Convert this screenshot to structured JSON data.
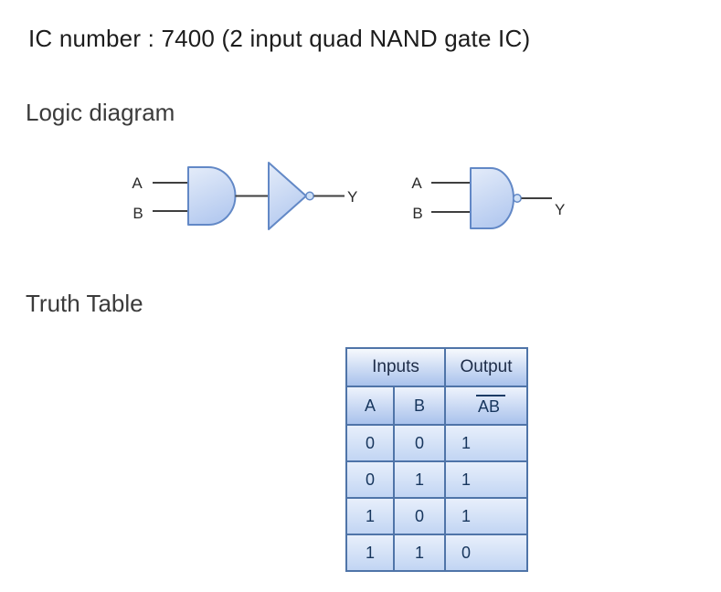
{
  "document": {
    "title": "IC number : 7400 (2 input quad NAND gate IC)",
    "logic_diagram_heading": "Logic diagram",
    "truth_table_heading": "Truth Table"
  },
  "logic_diagram": {
    "and_not_circuit": {
      "gates": [
        "and-gate",
        "not-gate"
      ],
      "input_a_label": "A",
      "input_b_label": "B",
      "output_label": "Y"
    },
    "nand_circuit": {
      "gates": [
        "nand-gate"
      ],
      "input_a_label": "A",
      "input_b_label": "B",
      "output_label": "Y"
    }
  },
  "truth_table": {
    "group_headers": {
      "inputs": "Inputs",
      "output": "Output"
    },
    "column_headers": {
      "a": "A",
      "b": "B",
      "output_expression": "AB",
      "output_expression_has_overline": true
    },
    "rows": [
      {
        "a": "0",
        "b": "0",
        "y": "1"
      },
      {
        "a": "0",
        "b": "1",
        "y": "1"
      },
      {
        "a": "1",
        "b": "0",
        "y": "1"
      },
      {
        "a": "1",
        "b": "1",
        "y": "0"
      }
    ]
  },
  "colors": {
    "gate_fill_top": "#e4ecf9",
    "gate_fill_bottom": "#b6cbf0",
    "gate_border": "#6288c6",
    "wire": "#3f3f3f",
    "table_border": "#4f74a8",
    "table_header_gradient_top": "#f6f9fd",
    "table_header_gradient_bottom": "#a9c2ec",
    "table_cell_gradient_top": "#e8effb",
    "table_cell_gradient_bottom": "#c2d5f3",
    "table_text": "#17365d"
  }
}
